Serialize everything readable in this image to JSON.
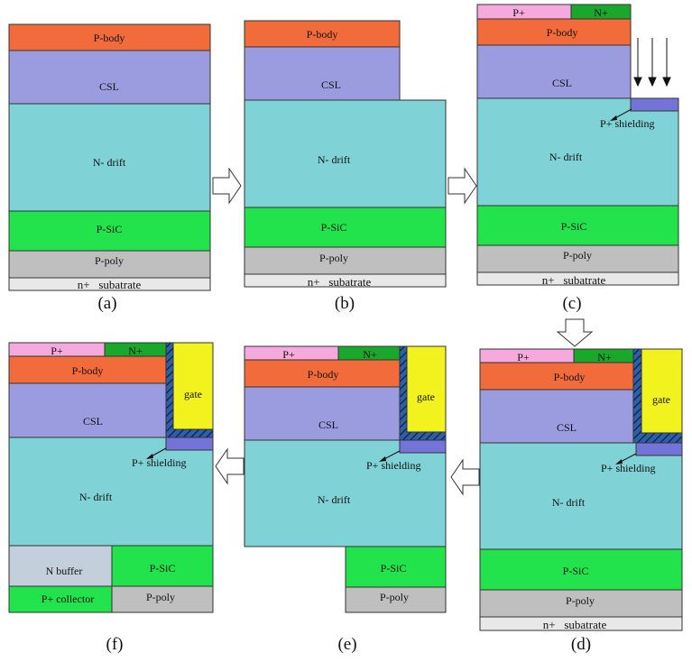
{
  "colors": {
    "p_body": "#F26B3A",
    "csl": "#9B9BDF",
    "n_drift": "#7FD2D6",
    "p_sic": "#22E34B",
    "p_poly": "#BFBFBF",
    "substrate": "#E8E8E8",
    "p_plus": "#F6A9DD",
    "n_plus": "#19A82B",
    "shielding": "#7474D8",
    "gate": "#F2F21E",
    "oxide": "#2F5FA8",
    "n_buffer": "#C3CFDA",
    "p_collector": "#22E34B"
  },
  "labels": {
    "p_body": "P-body",
    "csl": "CSL",
    "n_drift": "N- drift",
    "p_sic": "P-SiC",
    "p_poly": "P-poly",
    "substrate": "n+   subatrate",
    "p_plus": "P+",
    "n_plus": "N+",
    "shielding": "P+ shielding",
    "gate": "gate",
    "n_buffer": "N buffer",
    "p_collector": "P+ collector"
  },
  "captions": {
    "a": "(a)",
    "b": "(b)",
    "c": "(c)",
    "d": "(d)",
    "e": "(e)",
    "f": "(f)"
  },
  "icons": {
    "flow_arrow": "hollow-arrow-icon",
    "implant": "implant-arrows-icon"
  }
}
